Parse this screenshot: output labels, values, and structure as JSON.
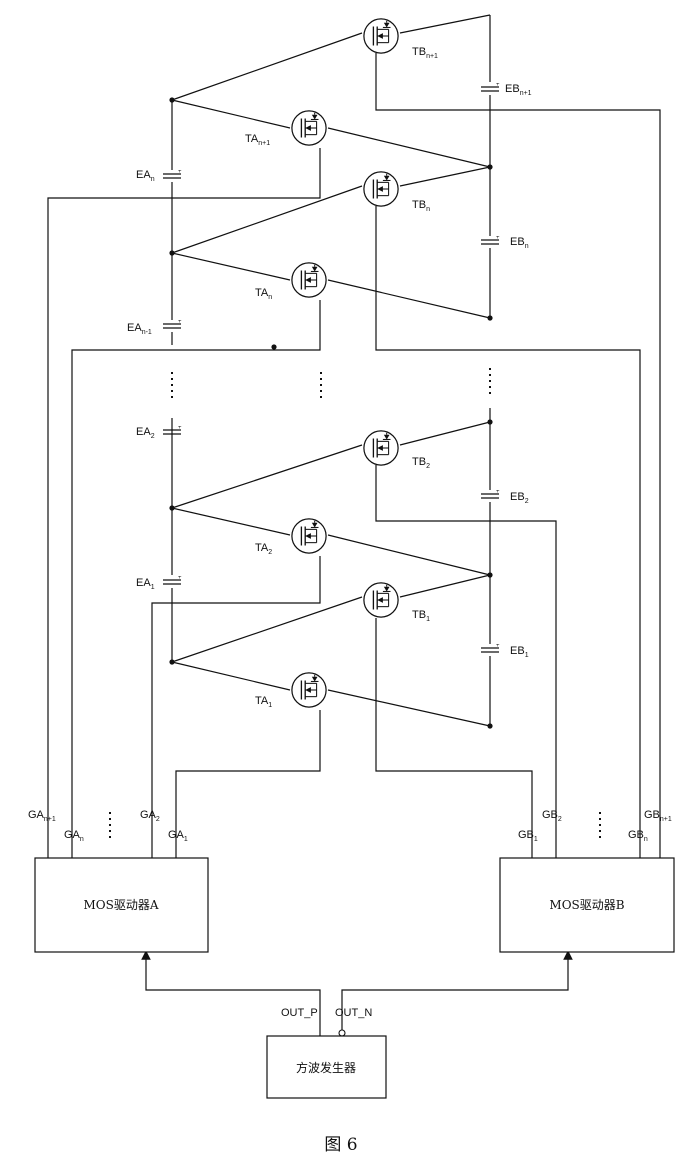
{
  "figure_caption": "图 6",
  "blocks": {
    "driver_a": "MOS驱动器A",
    "driver_b": "MOS驱动器B",
    "square_wave_generator": "方波发生器"
  },
  "ports": {
    "out_p": "OUT_P",
    "out_n": "OUT_N"
  },
  "transistors": {
    "tb_n1": {
      "base": "TB",
      "sub": "n+1"
    },
    "ta_n1": {
      "base": "TA",
      "sub": "n+1"
    },
    "tb_n": {
      "base": "TB",
      "sub": "n"
    },
    "ta_n": {
      "base": "TA",
      "sub": "n"
    },
    "tb_2": {
      "base": "TB",
      "sub": "2"
    },
    "ta_2": {
      "base": "TA",
      "sub": "2"
    },
    "tb_1": {
      "base": "TB",
      "sub": "1"
    },
    "ta_1": {
      "base": "TA",
      "sub": "1"
    }
  },
  "capacitors": {
    "ea_n": {
      "base": "EA",
      "sub": "n"
    },
    "ea_n_1": {
      "base": "EA",
      "sub": "n-1"
    },
    "ea_2": {
      "base": "EA",
      "sub": "2"
    },
    "ea_1": {
      "base": "EA",
      "sub": "1"
    },
    "eb_n1": {
      "base": "EB",
      "sub": "n+1"
    },
    "eb_n": {
      "base": "EB",
      "sub": "n"
    },
    "eb_2": {
      "base": "EB",
      "sub": "2"
    },
    "eb_1": {
      "base": "EB",
      "sub": "1"
    }
  },
  "gate_terminals": {
    "ga_n1": {
      "base": "GA",
      "sub": "n+1"
    },
    "ga_n": {
      "base": "GA",
      "sub": "n"
    },
    "ga_2": {
      "base": "GA",
      "sub": "2"
    },
    "ga_1": {
      "base": "GA",
      "sub": "1"
    },
    "gb_2": {
      "base": "GB",
      "sub": "2"
    },
    "gb_1": {
      "base": "GB",
      "sub": "1"
    },
    "gb_n1": {
      "base": "GB",
      "sub": "n+1"
    },
    "gb_n": {
      "base": "GB",
      "sub": "n"
    }
  }
}
